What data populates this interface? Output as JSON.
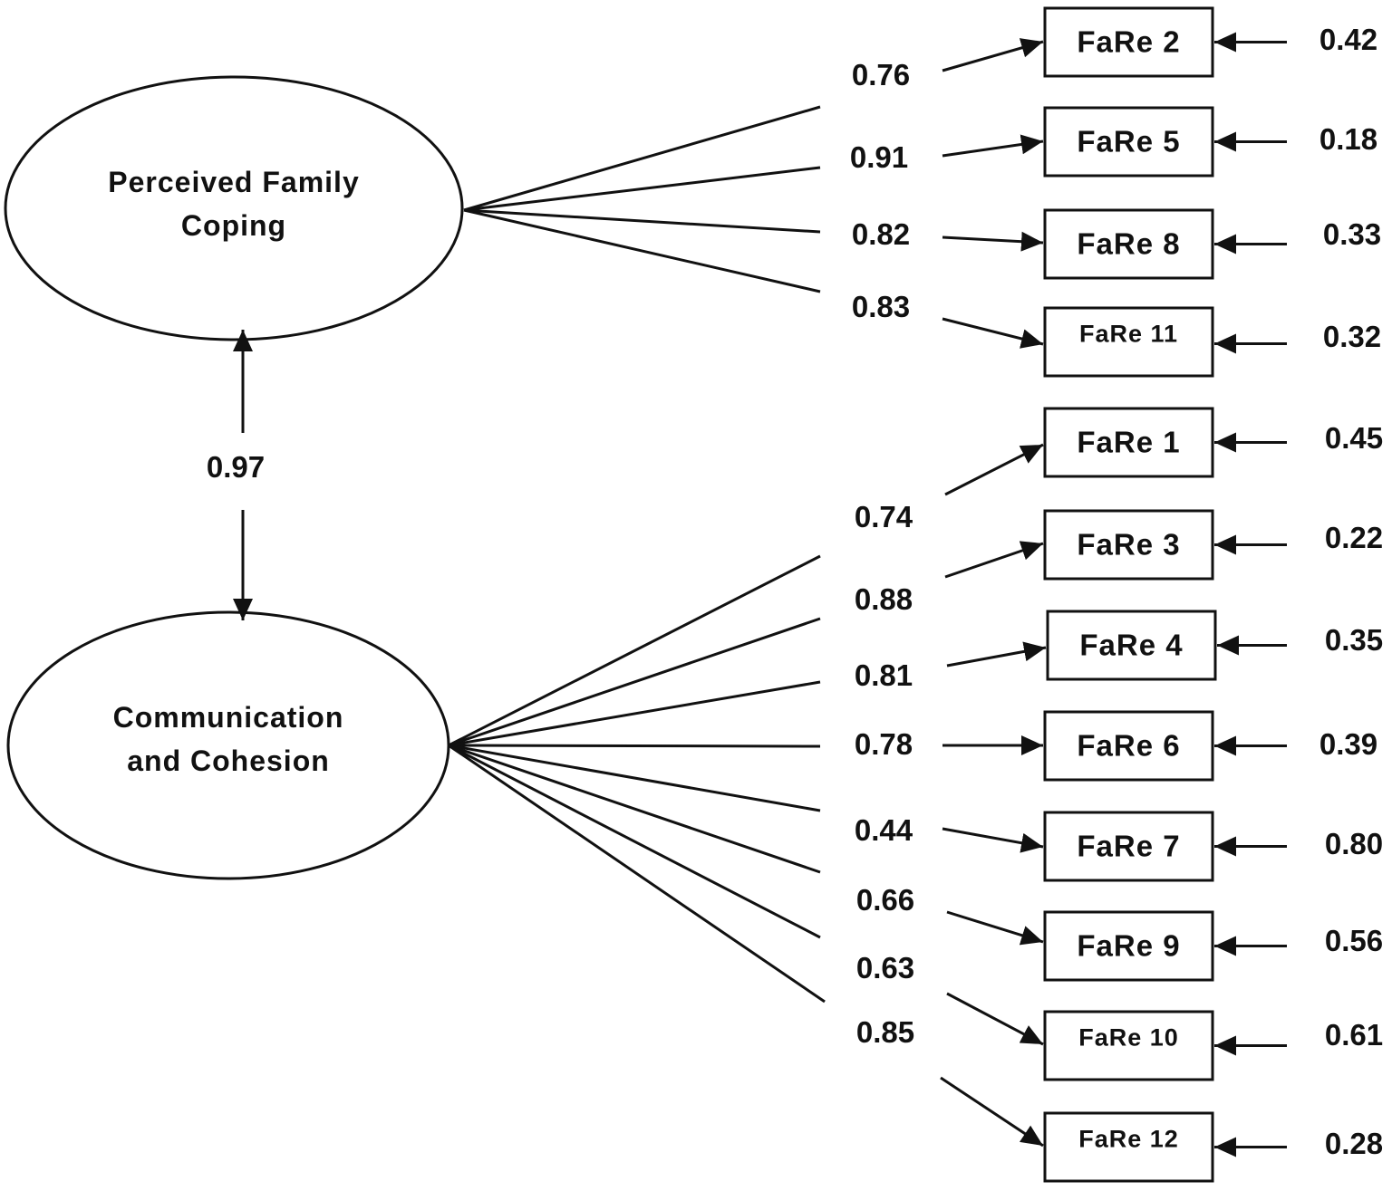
{
  "latents": [
    {
      "id": "pfc",
      "lines": [
        "Perceived Family",
        "Coping"
      ]
    },
    {
      "id": "cc",
      "lines": [
        "Communication",
        "and Cohesion"
      ]
    }
  ],
  "correlation": {
    "value": "0.97"
  },
  "items": [
    {
      "label": "FaRe 2",
      "factor": "pfc",
      "loading": "0.76",
      "error": "0.42"
    },
    {
      "label": "FaRe 5",
      "factor": "pfc",
      "loading": "0.91",
      "error": "0.18"
    },
    {
      "label": "FaRe 8",
      "factor": "pfc",
      "loading": "0.82",
      "error": "0.33"
    },
    {
      "label": "FaRe 11",
      "factor": "pfc",
      "loading": "0.83",
      "error": "0.32"
    },
    {
      "label": "FaRe 1",
      "factor": "cc",
      "loading": "0.74",
      "error": "0.45"
    },
    {
      "label": "FaRe 3",
      "factor": "cc",
      "loading": "0.88",
      "error": "0.22"
    },
    {
      "label": "FaRe 4",
      "factor": "cc",
      "loading": "0.81",
      "error": "0.35"
    },
    {
      "label": "FaRe 6",
      "factor": "cc",
      "loading": "0.78",
      "error": "0.39"
    },
    {
      "label": "FaRe 7",
      "factor": "cc",
      "loading": "0.44",
      "error": "0.80"
    },
    {
      "label": "FaRe 9",
      "factor": "cc",
      "loading": "0.66",
      "error": "0.56"
    },
    {
      "label": "FaRe 10",
      "factor": "cc",
      "loading": "0.63",
      "error": "0.61"
    },
    {
      "label": "FaRe 12",
      "factor": "cc",
      "loading": "0.85",
      "error": "0.28"
    }
  ]
}
